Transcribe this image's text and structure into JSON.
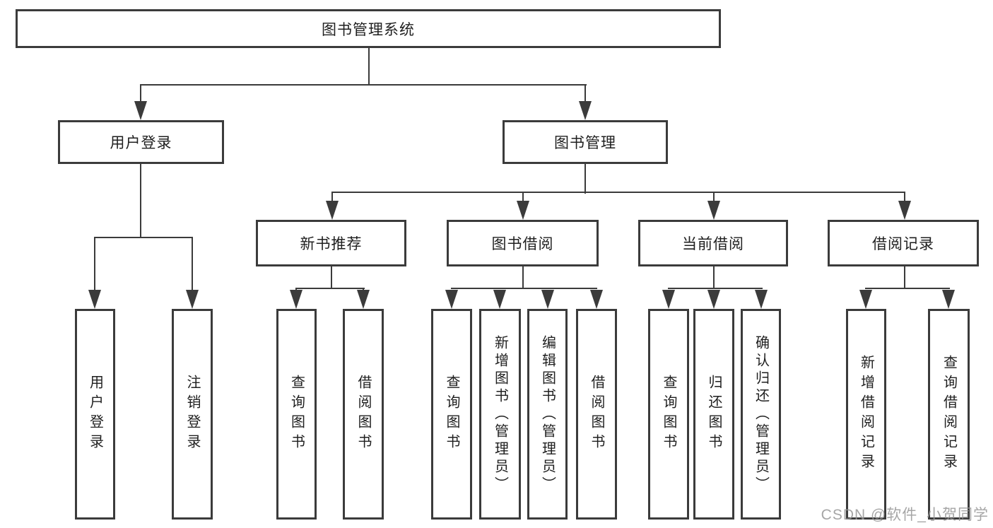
{
  "diagram": {
    "title_node": "图书管理系统",
    "nodes": {
      "root": {
        "label": "图书管理系统"
      },
      "user_login": {
        "label": "用户登录"
      },
      "book_mgmt": {
        "label": "图书管理"
      },
      "new_book_rec": {
        "label": "新书推荐"
      },
      "book_borrow": {
        "label": "图书借阅"
      },
      "current_borrow": {
        "label": "当前借阅"
      },
      "borrow_records": {
        "label": "借阅记录"
      },
      "leaf_user_login": {
        "label": "用户登录"
      },
      "leaf_logout": {
        "label": "注销登录"
      },
      "leaf_query_book_rec": {
        "label": "查询图书"
      },
      "leaf_borrow_book_rec": {
        "label": "借阅图书"
      },
      "leaf_query_book_borrow": {
        "label": "查询图书"
      },
      "leaf_add_book_admin": {
        "label": "新增图书（管理员）"
      },
      "leaf_edit_book_admin": {
        "label": "编辑图书（管理员）"
      },
      "leaf_borrow_book_borrow": {
        "label": "借阅图书"
      },
      "leaf_query_book_current": {
        "label": "查询图书"
      },
      "leaf_return_book": {
        "label": "归还图书"
      },
      "leaf_confirm_return_admin": {
        "label": "确认归还（管理员）"
      },
      "leaf_add_borrow_record": {
        "label": "新增借阅记录"
      },
      "leaf_query_borrow_record": {
        "label": "查询借阅记录"
      }
    },
    "colors": {
      "line": "#3b3b3b",
      "text": "#1f1f1f",
      "background": "#ffffff",
      "watermark": "#969696"
    }
  },
  "watermark": {
    "text": "CSDN @软件_小贺同学"
  }
}
